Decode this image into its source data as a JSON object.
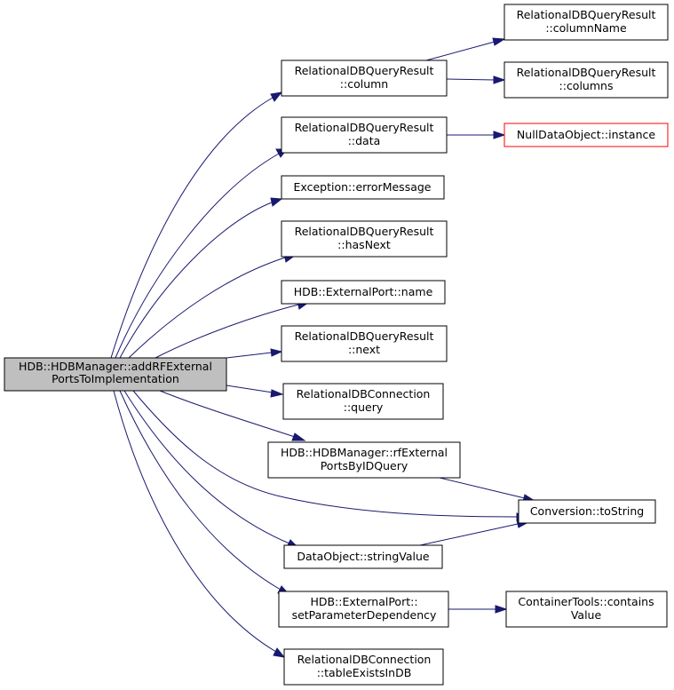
{
  "nodes": {
    "root": {
      "line1": "HDB::HDBManager::addRFExternal",
      "line2": "PortsToImplementation"
    },
    "column": {
      "line1": "RelationalDBQueryResult",
      "line2": "::column"
    },
    "data": {
      "line1": "RelationalDBQueryResult",
      "line2": "::data"
    },
    "errorMessage": {
      "line1": "Exception::errorMessage"
    },
    "hasNext": {
      "line1": "RelationalDBQueryResult",
      "line2": "::hasNext"
    },
    "name": {
      "line1": "HDB::ExternalPort::name"
    },
    "next": {
      "line1": "RelationalDBQueryResult",
      "line2": "::next"
    },
    "query": {
      "line1": "RelationalDBConnection",
      "line2": "::query"
    },
    "rfExternal": {
      "line1": "HDB::HDBManager::rfExternal",
      "line2": "PortsByIDQuery"
    },
    "stringValue": {
      "line1": "DataObject::stringValue"
    },
    "setParam": {
      "line1": "HDB::ExternalPort::",
      "line2": "setParameterDependency"
    },
    "tableExists": {
      "line1": "RelationalDBConnection",
      "line2": "::tableExistsInDB"
    },
    "columnName": {
      "line1": "RelationalDBQueryResult",
      "line2": "::columnName"
    },
    "columns": {
      "line1": "RelationalDBQueryResult",
      "line2": "::columns"
    },
    "nullInstance": {
      "line1": "NullDataObject::instance"
    },
    "toString": {
      "line1": "Conversion::toString"
    },
    "containsValue": {
      "line1": "ContainerTools::contains",
      "line2": "Value"
    }
  },
  "colors": {
    "edge": "#191970",
    "root_fill": "#bfbfbf",
    "highlight_border": "#ff0000"
  }
}
